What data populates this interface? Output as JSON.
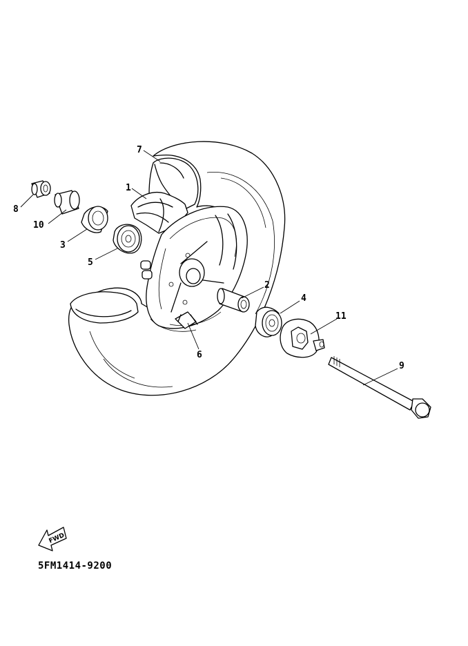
{
  "diagram": {
    "reference_code": "5FM1414-9200",
    "fwd_label": "FWD",
    "callouts": [
      {
        "id": "1",
        "label": "1",
        "part": "tire-tube"
      },
      {
        "id": "2",
        "label": "2",
        "part": "axle-spacer"
      },
      {
        "id": "3",
        "label": "3",
        "part": "bearing"
      },
      {
        "id": "4",
        "label": "4",
        "part": "bearing"
      },
      {
        "id": "5",
        "label": "5",
        "part": "bearing"
      },
      {
        "id": "6",
        "label": "6",
        "part": "valve"
      },
      {
        "id": "7",
        "label": "7",
        "part": "tire"
      },
      {
        "id": "8",
        "label": "8",
        "part": "collar"
      },
      {
        "id": "9",
        "label": "9",
        "part": "wheel-axle"
      },
      {
        "id": "10",
        "label": "10",
        "part": "spacer"
      },
      {
        "id": "11",
        "label": "11",
        "part": "speedometer-gear-unit"
      }
    ]
  }
}
